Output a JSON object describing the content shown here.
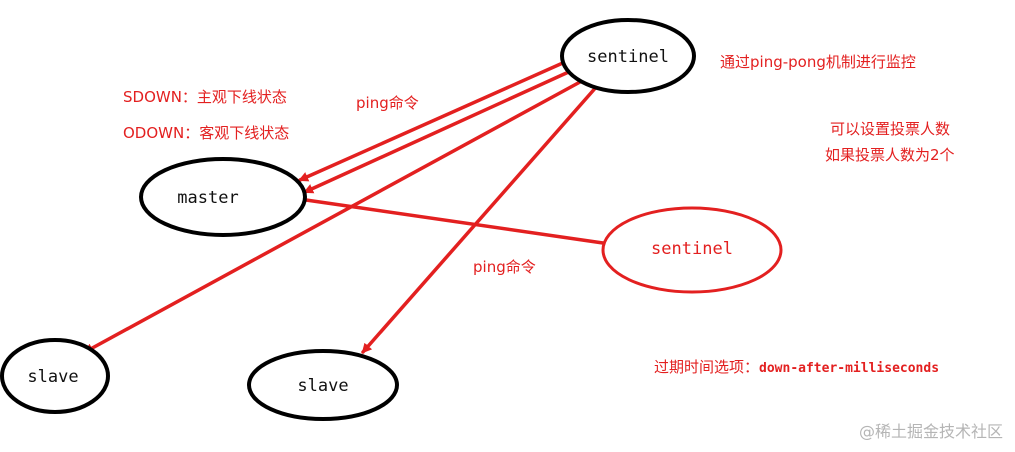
{
  "colors": {
    "accent": "#e32020",
    "node_stroke": "#000000",
    "text": "#111111",
    "watermark": "#b5b5b5"
  },
  "nodes": {
    "sentinel_main": "sentinel",
    "sentinel_second": "sentinel",
    "master": "master",
    "slave_left": "slave",
    "slave_right": "slave"
  },
  "labels": {
    "ping_top": "ping命令",
    "ping_mid": "ping命令",
    "sdown": "SDOWN：主观下线状态",
    "odown": "ODOWN：客观下线状态",
    "monitor": "通过ping-pong机制进行监控",
    "vote_line1": "可以设置投票人数",
    "vote_line2": "如果投票人数为2个",
    "expire_prefix": "过期时间选项：",
    "expire_option": "down-after-milliseconds"
  },
  "watermark": "@稀土掘金技术社区"
}
